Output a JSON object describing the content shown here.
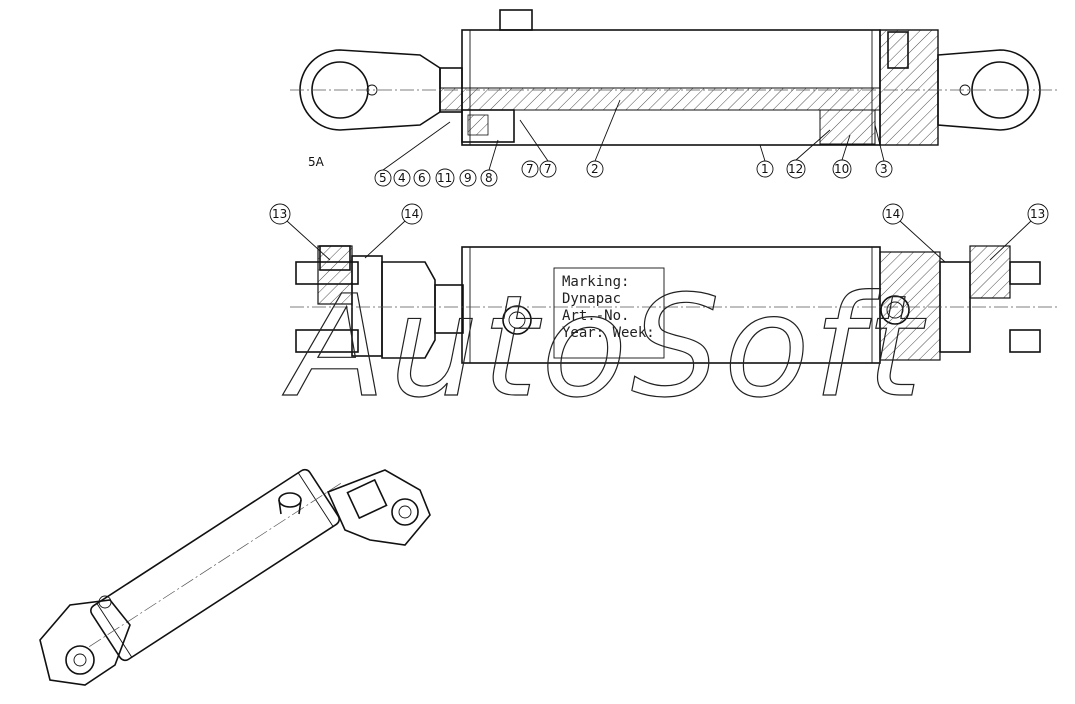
{
  "drawing": {
    "view_label": "5A",
    "part_balloons_section": [
      "5",
      "4",
      "6",
      "11",
      "9",
      "8",
      "7",
      "7",
      "2",
      "1",
      "12",
      "10",
      "3"
    ],
    "part_balloons_side": [
      "13",
      "14",
      "14",
      "13"
    ],
    "marking_box": {
      "line1": "Marking:",
      "line2": "Dynapac",
      "line3": "Art.-No.",
      "line4": "Year: Week:"
    },
    "watermark": "AutoSoft"
  }
}
